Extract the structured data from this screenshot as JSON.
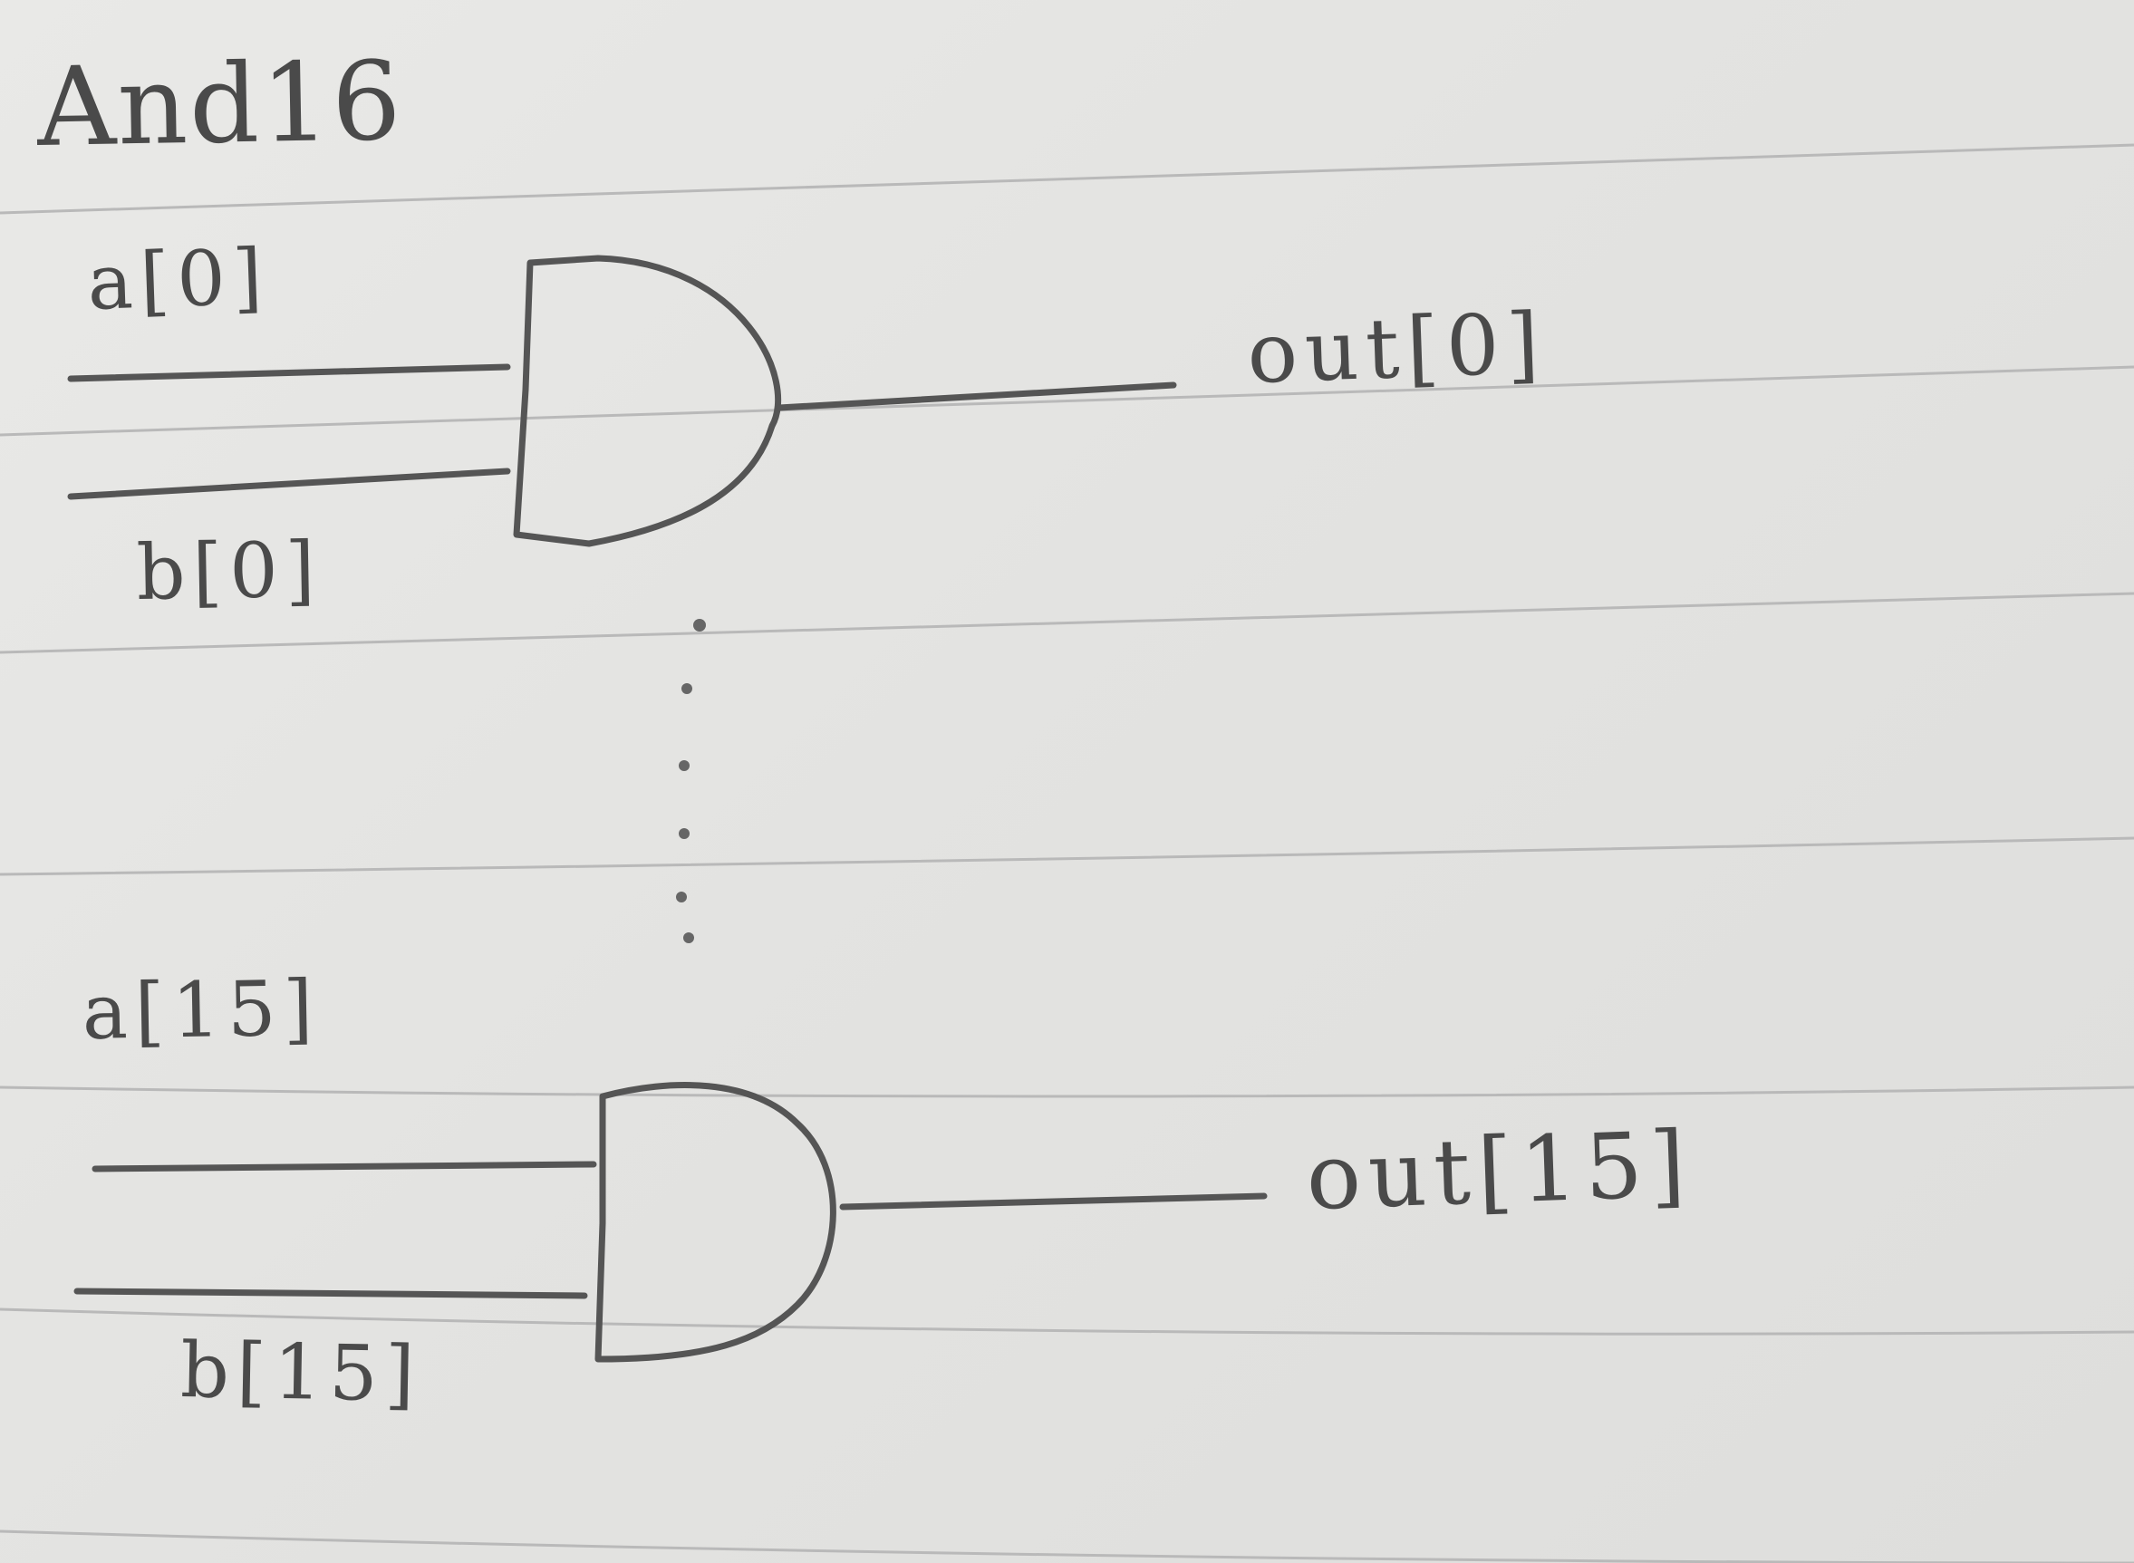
{
  "title": "And16",
  "gates": [
    {
      "input_a": "a[0]",
      "input_b": "b[0]",
      "output": "out[0]"
    },
    {
      "input_a": "a[15]",
      "input_b": "b[15]",
      "output": "out[15]"
    }
  ],
  "colors": {
    "paper": "#e6e6e4",
    "ruled_line": "#b9b9b9",
    "pencil": "#4a4a4a"
  }
}
